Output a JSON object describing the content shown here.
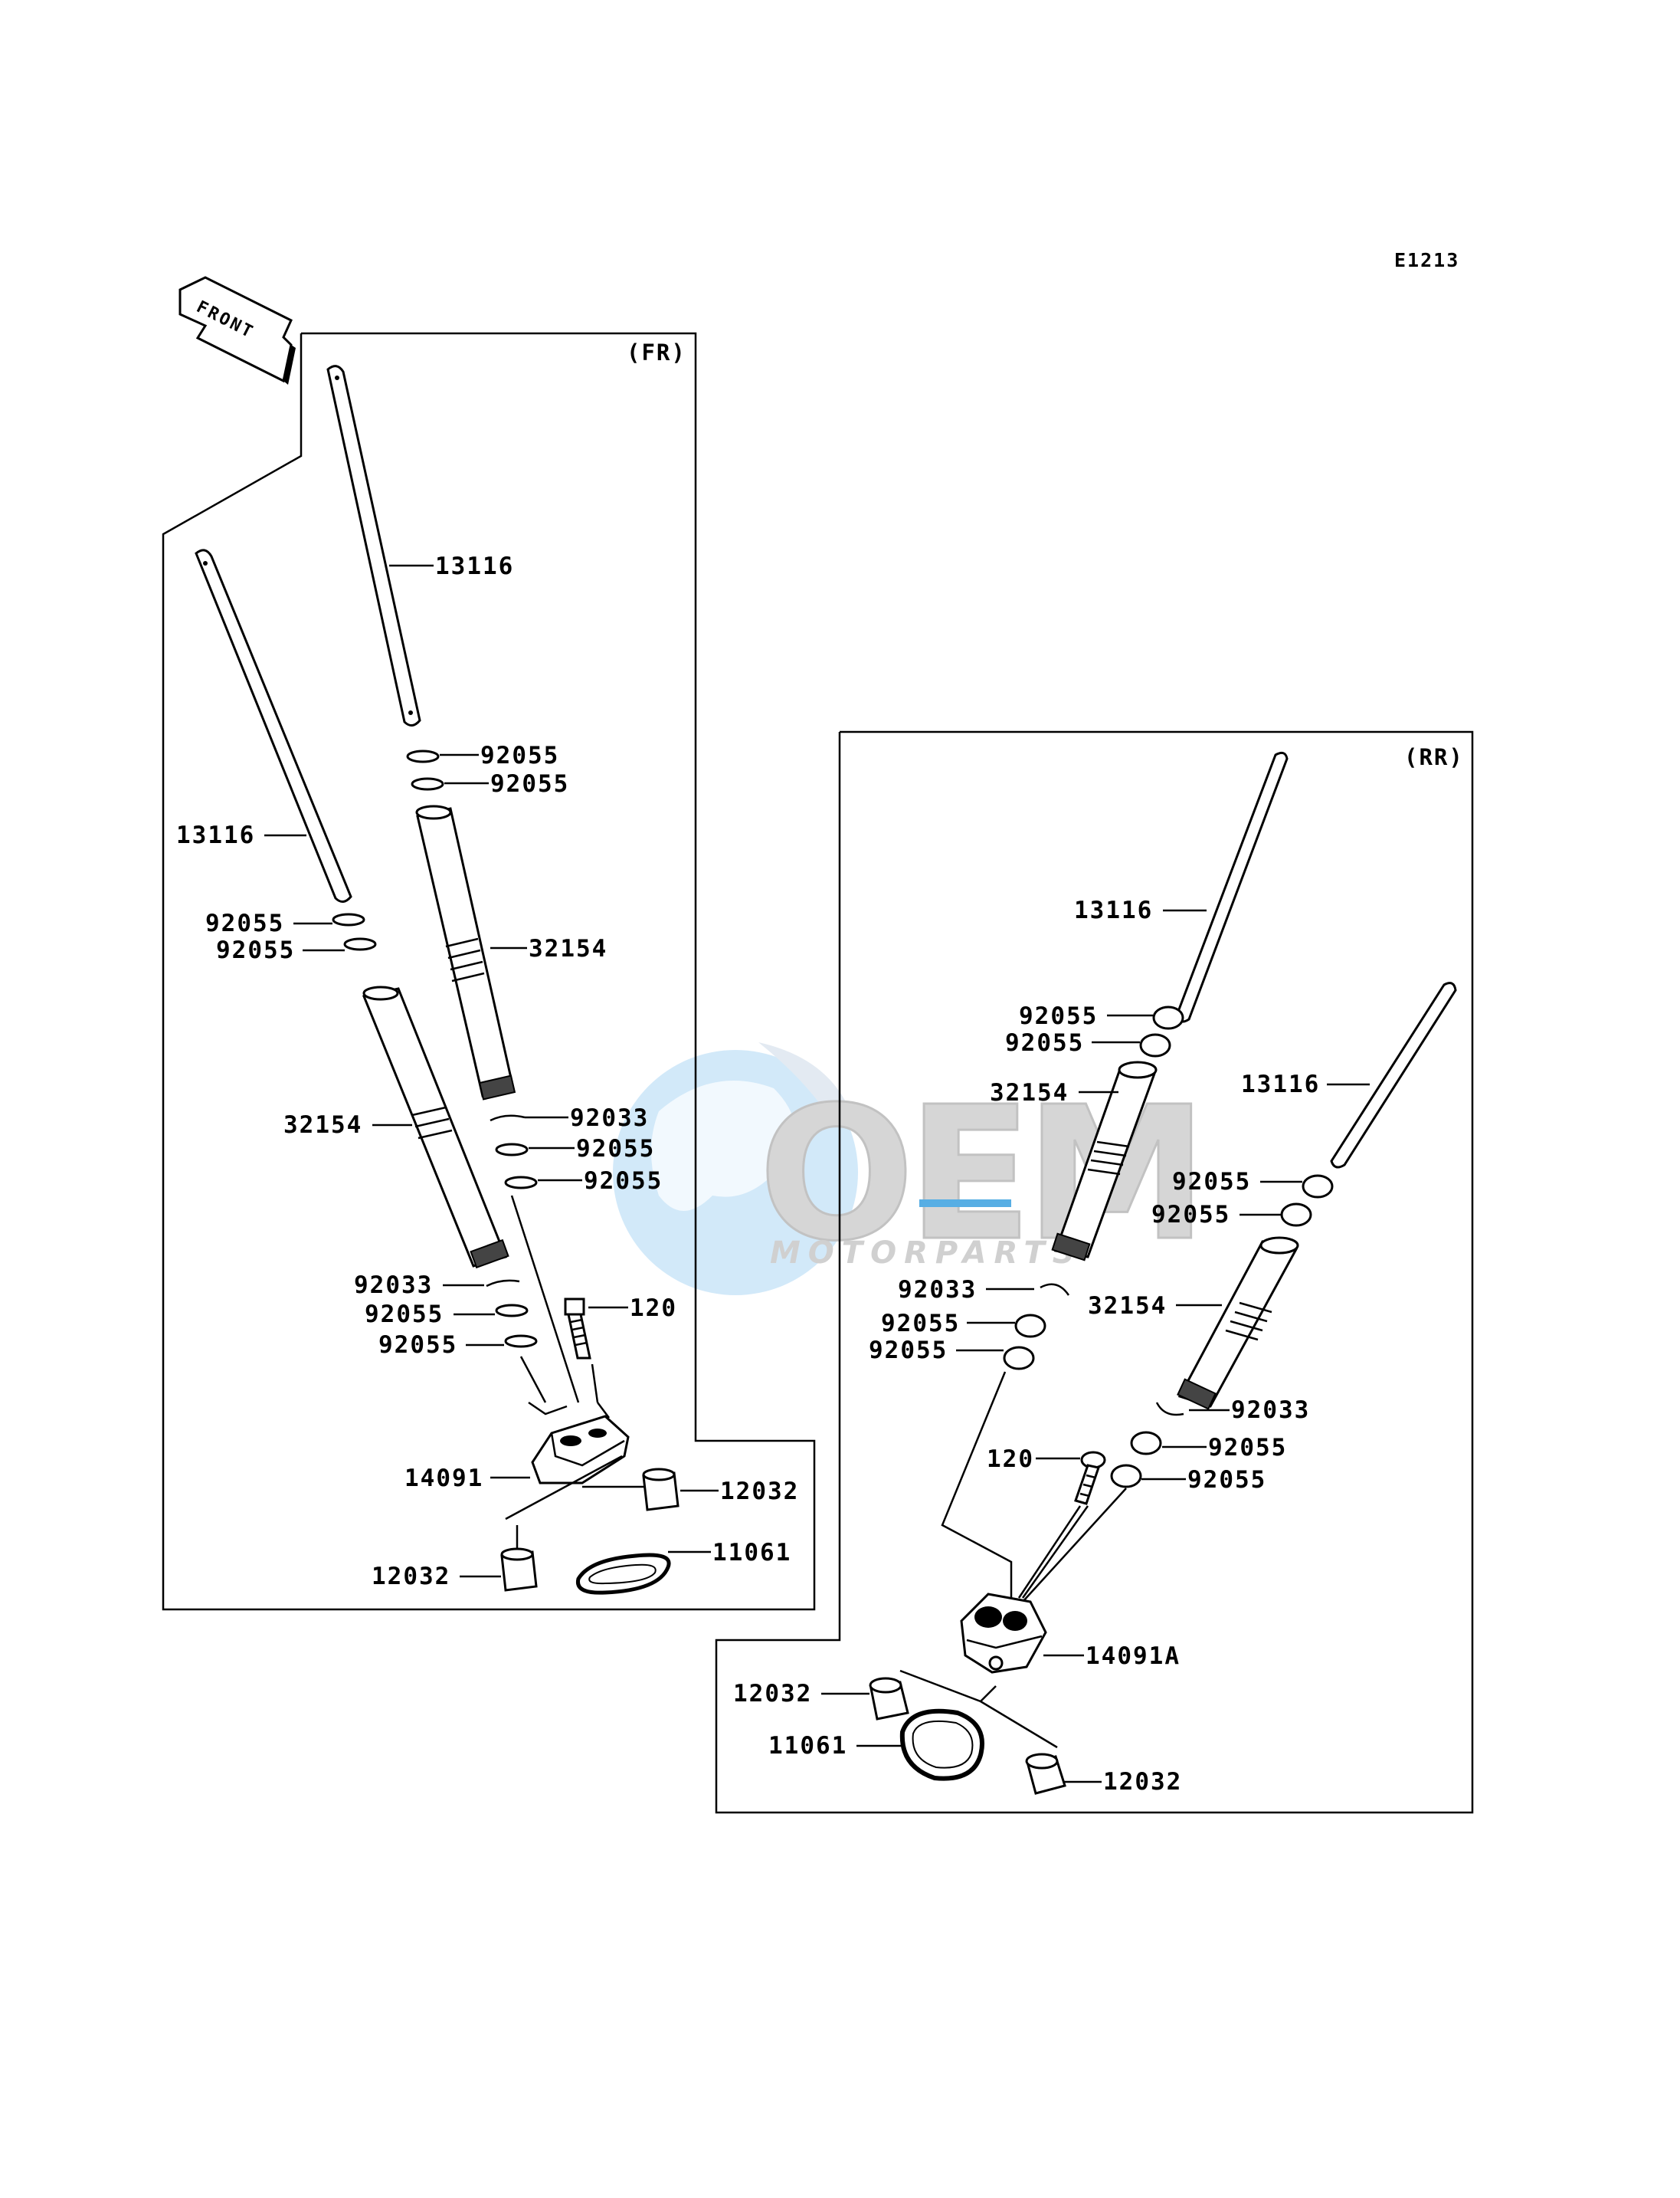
{
  "diagram_code": "E1213",
  "front_arrow": "FRONT",
  "watermark": {
    "logo": "OEM",
    "tagline": "MOTORPARTS",
    "colors": {
      "globe": "#8fc3ea",
      "letters": "#cfcfcf",
      "accent": "#3aa0e0"
    }
  },
  "sections": {
    "fr": {
      "title": "(FR)",
      "labels": {
        "rod_upper": "13116",
        "rod_lower": "13116",
        "oring_top_1": "92055",
        "oring_top_2": "92055",
        "oring_left_1": "92055",
        "oring_left_2": "92055",
        "tube_right": "32154",
        "tube_left": "32154",
        "clip_mid": "92033",
        "oring_mid_1": "92055",
        "oring_mid_2": "92055",
        "clip_low": "92033",
        "oring_low_1": "92055",
        "oring_low_2": "92055",
        "bolt": "120",
        "holder": "14091",
        "dowel_right": "12032",
        "dowel_left": "12032",
        "gasket": "11061"
      }
    },
    "rr": {
      "title": "(RR)",
      "labels": {
        "rod_a": "13116",
        "rod_b": "13116",
        "oring_a1": "92055",
        "oring_a2": "92055",
        "tube_a": "32154",
        "oring_b1": "92055",
        "oring_b2": "92055",
        "clip_a": "92033",
        "oring_c1": "92055",
        "oring_c2": "92055",
        "tube_b": "32154",
        "clip_b": "92033",
        "bolt": "120",
        "oring_d1": "92055",
        "oring_d2": "92055",
        "holder": "14091A",
        "dowel_a": "12032",
        "gasket": "11061",
        "dowel_b": "12032"
      }
    }
  }
}
